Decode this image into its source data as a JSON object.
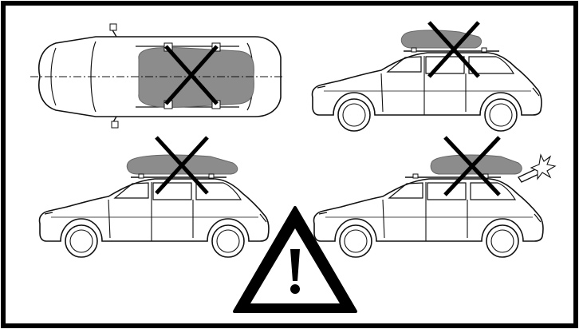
{
  "colors": {
    "frame": "#000000",
    "background": "#ffffff",
    "roof_box": "#8c8c8c",
    "outline": "#111111",
    "prohibition_cross": "#000000",
    "warning_fill": "#000000",
    "warning_inner": "#ffffff"
  },
  "panels": [
    {
      "view": "top-view",
      "roof_box": "centered-long",
      "prohibited": true
    },
    {
      "view": "side-view",
      "roof_box": "too-far-forward",
      "prohibited": true
    },
    {
      "view": "side-view",
      "roof_box": "centered",
      "prohibited": true
    },
    {
      "view": "side-view",
      "roof_box": "hits-open-tailgate",
      "prohibited": true
    }
  ],
  "warning_symbol": {
    "icon": "warning-triangle-exclamation-icon"
  }
}
